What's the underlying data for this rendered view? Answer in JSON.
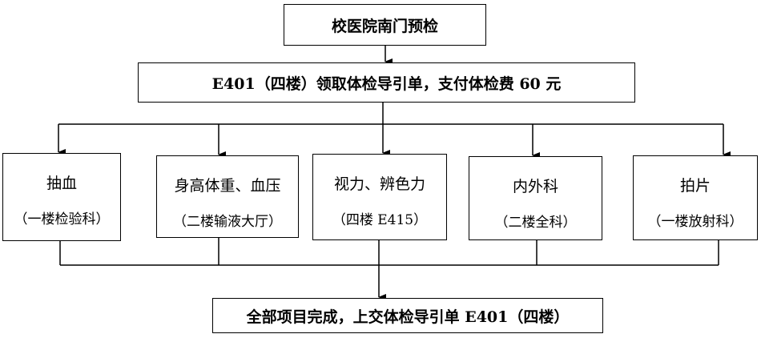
{
  "start": "校医院南门预检",
  "step1": "E401（四楼）领取体检导引单，支付体检费 60 元",
  "checks": [
    {
      "title": "抽血",
      "location": "（一楼检验科）"
    },
    {
      "title": "身高体重、血压",
      "location": "（二楼输液大厅）"
    },
    {
      "title": "视力、辨色力",
      "location": "（四楼 E415）"
    },
    {
      "title": "内外科",
      "location": "（二楼全科）"
    },
    {
      "title": "拍片",
      "location": "（一楼放射科）"
    }
  ],
  "end": "全部项目完成，上交体检导引单 E401（四楼）"
}
